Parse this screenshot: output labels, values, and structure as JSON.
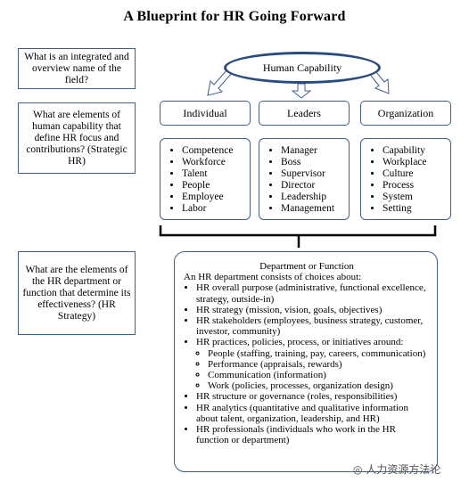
{
  "title": "A Blueprint for HR Going Forward",
  "questions": [
    "What is an integrated and overview name of the field?",
    "What are elements of human capability that define HR focus and contributions? (Strategic HR)",
    "What are the elements of the HR department or function that determine its effectiveness? (HR Strategy)"
  ],
  "top_node": "Human Capability",
  "categories": [
    "Individual",
    "Leaders",
    "Organization"
  ],
  "lists": {
    "individual": [
      "Competence",
      "Workforce",
      "Talent",
      "People",
      "Employee",
      "Labor"
    ],
    "leaders": [
      "Manager",
      "Boss",
      "Supervisor",
      "Director",
      "Leadership",
      "Management"
    ],
    "organization": [
      "Capability",
      "Workplace",
      "Culture",
      "Process",
      "System",
      "Setting"
    ]
  },
  "department": {
    "heading": "Department or Function",
    "intro": "An HR department consists of choices about:",
    "items": [
      "HR overall purpose (administrative, functional excellence, strategy, outside-in)",
      "HR strategy (mission, vision, goals, objectives)",
      "HR stakeholders (employees, business strategy, customer, investor, community)",
      "HR practices, policies, process, or initiatives around:",
      "HR structure or governance (roles, responsibilities)",
      "HR analytics (quantitative and qualitative information about talent, organization, leadership, and HR)",
      "HR professionals (individuals who work in the HR function or department)"
    ],
    "subitems": [
      "People (staffing, training, pay, careers, communication)",
      "Performance (appraisals, rewards)",
      "Communication (information)",
      "Work (policies, processes, organization design)"
    ]
  },
  "watermark": "人力资源方法论",
  "colors": {
    "border": "#3f5f8f",
    "bracket": "#000000"
  }
}
